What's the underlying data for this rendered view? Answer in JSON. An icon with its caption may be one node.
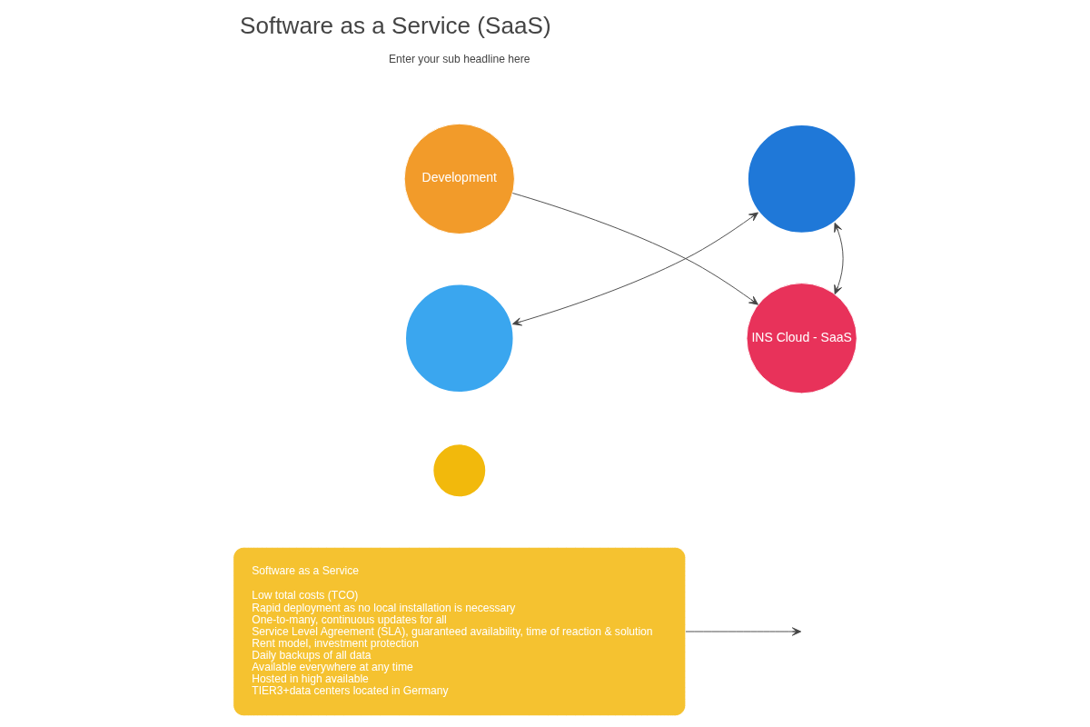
{
  "diagram": {
    "title": "Software as a Service (SaaS)",
    "nodes": [
      {
        "text": [
          "Software as a Service",
          "Low total costs (TCO)",
          "Rapid deployment as no local installation is necessary",
          "One-to-many, continuous updates for all",
          "Service Level Agreement (SLA), guaranteed availability, time of reaction & solution",
          "Rent model, investment protection",
          "Daily backups of all data",
          "Available everywhere at any time",
          "Hosted in high available",
          "TIER3+data centers located in Germany"
        ]
      },
      {
        "text": [],
        "shape": "circle"
      },
      {
        "text": [
          "Development"
        ]
      },
      {
        "text": [
          "INS Cloud - SaaS"
        ]
      },
      {
        "text": [],
        "shape": "circle"
      },
      {
        "text": [],
        "shape": "circle"
      }
    ],
    "edges": [
      {
        "from": 0,
        "to": null,
        "arrow": "to"
      },
      {
        "from": 2,
        "to": 3,
        "arrow": "to"
      },
      {
        "from": 4,
        "to": 5,
        "arrow": "both"
      },
      {
        "from": 5,
        "to": 3,
        "arrow": "both"
      }
    ],
    "labels": [
      "Enter your sub headline here"
    ]
  }
}
